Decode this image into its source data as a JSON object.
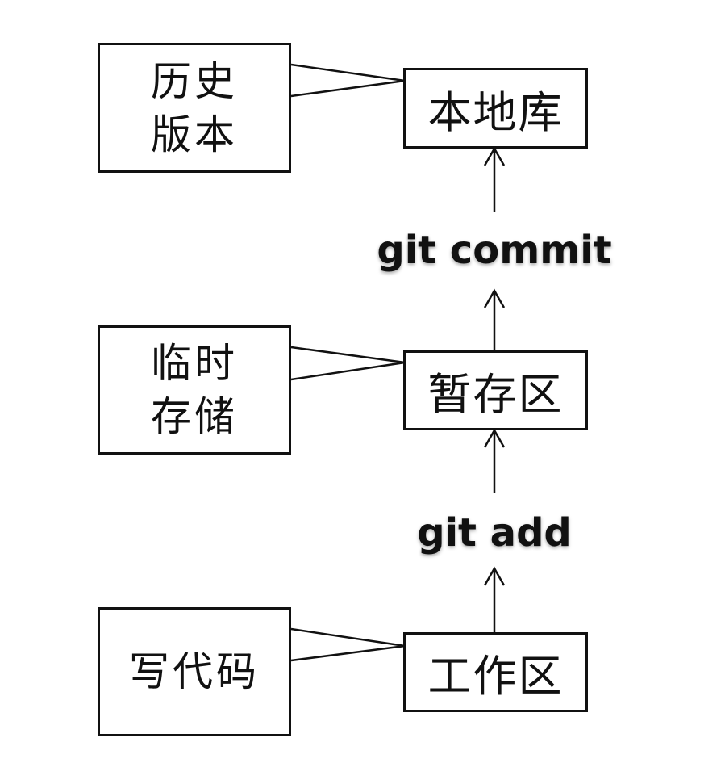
{
  "stages": {
    "local_repo": "本地库",
    "staging_area": "暂存区",
    "working_dir": "工作区"
  },
  "notes": {
    "history_version": [
      "历史",
      "版本"
    ],
    "temp_storage": [
      "临时",
      "存储"
    ],
    "write_code": "写代码"
  },
  "commands": {
    "commit": "git commit",
    "add": "git add"
  }
}
